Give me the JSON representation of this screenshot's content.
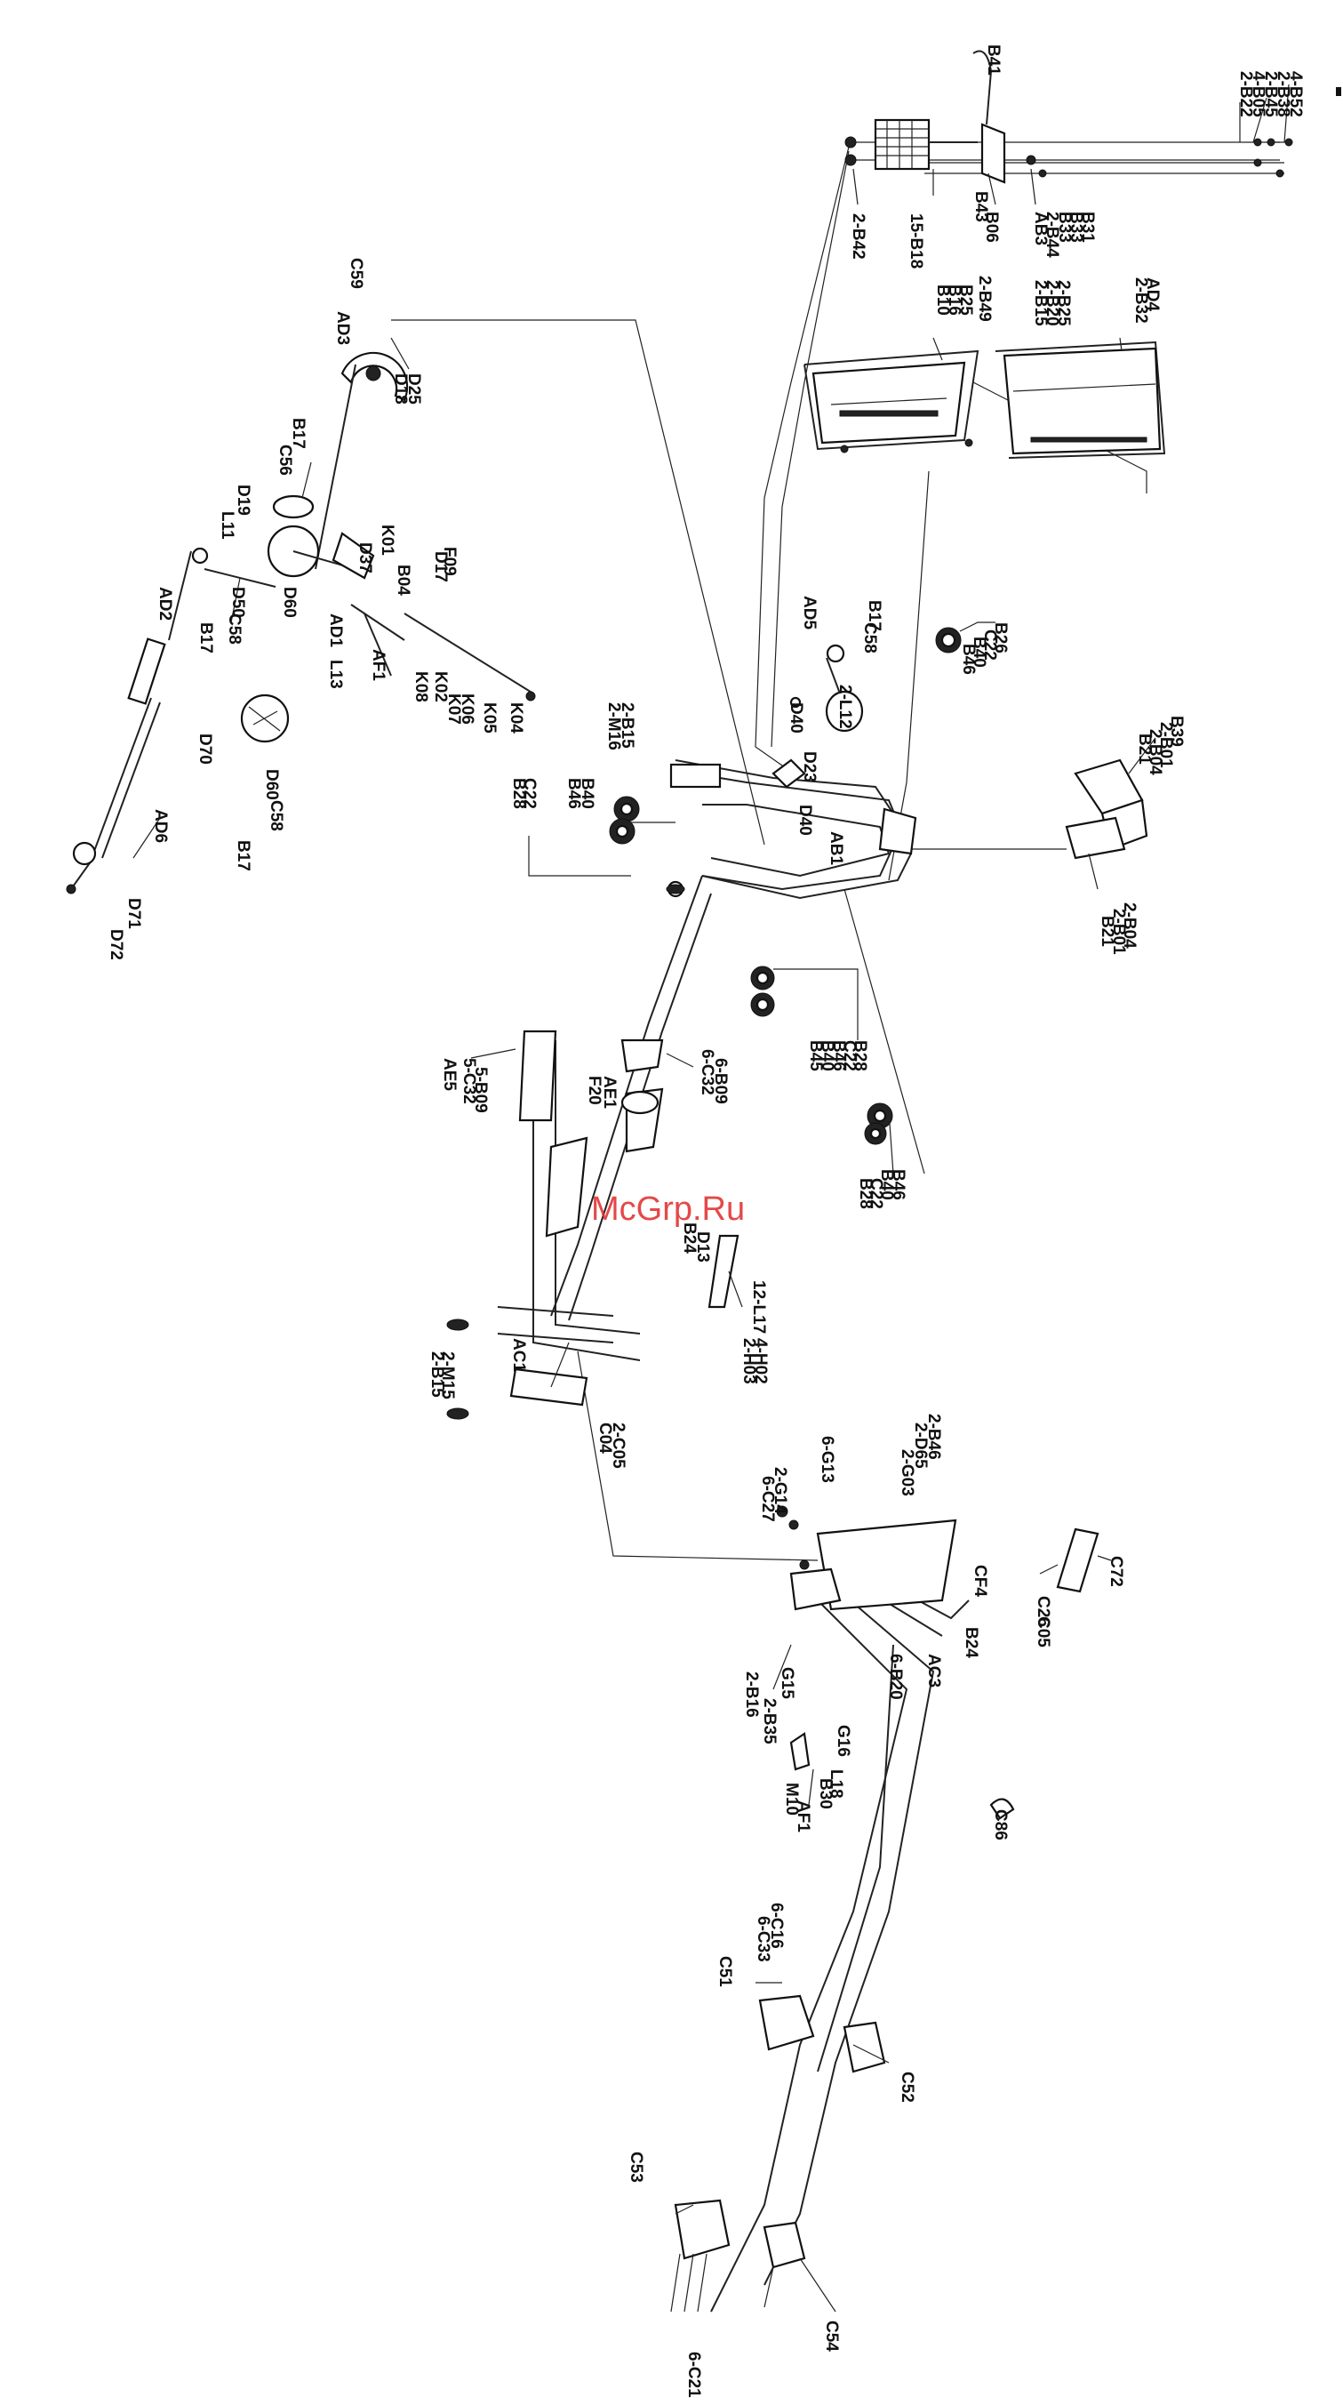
{
  "watermark": "McGrp.Ru",
  "labels": [
    "4-B52",
    "2-B38",
    "2-B45",
    "4-B05",
    "2-B22",
    "B41",
    "2-B42",
    "15-B18",
    "B43",
    "B06",
    "AB3",
    "2-B44",
    "B33",
    "B33",
    "B31",
    "2-B49",
    "B10",
    "B16",
    "B25",
    "2-B15",
    "2-B20",
    "2-B25",
    "2-B32",
    "AD4",
    "C59",
    "AD3",
    "D18",
    "D25",
    "B17",
    "C56",
    "D19",
    "L11",
    "K01",
    "D37",
    "B04",
    "D60",
    "AD1",
    "F09",
    "D17",
    "AF1",
    "L13",
    "K08",
    "K02",
    "K07",
    "K06",
    "K05",
    "K04",
    "AD2",
    "D50",
    "C58",
    "B17",
    "D70",
    "AD6",
    "D71",
    "D72",
    "D60",
    "B17",
    "C58",
    "AD5",
    "B17",
    "C58",
    "D40",
    "2-L12",
    "D23",
    "B26",
    "C22",
    "B40",
    "B46",
    "2-M16",
    "2-B15",
    "B46",
    "B40",
    "C22",
    "B28",
    "D40",
    "AB1",
    "B39",
    "2-B01",
    "2-B04",
    "B21",
    "2-B04",
    "2-B01",
    "B21",
    "B28",
    "C22",
    "B46",
    "B40",
    "B45",
    "5-B09",
    "5-C32",
    "AE5",
    "AE1",
    "F20",
    "6-C32",
    "6-B09",
    "B46",
    "B40",
    "C22",
    "B28",
    "B24",
    "D13",
    "12-L17",
    "4-H02",
    "2-H03",
    "AC1",
    "2-M15",
    "2-B15",
    "2-C05",
    "C04",
    "2-B46",
    "2-D65",
    "2-G03",
    "6-G13",
    "2-G14",
    "6-C27",
    "CF4",
    "C72",
    "C26",
    "C05",
    "B24",
    "AC3",
    "6-B20",
    "G15",
    "2-B16",
    "2-B35",
    "G16",
    "L18",
    "B30",
    "M10",
    "AF1",
    "C86",
    "6-C16",
    "6-C33",
    "C51",
    "C52",
    "C53",
    "C54",
    "6-C21"
  ]
}
